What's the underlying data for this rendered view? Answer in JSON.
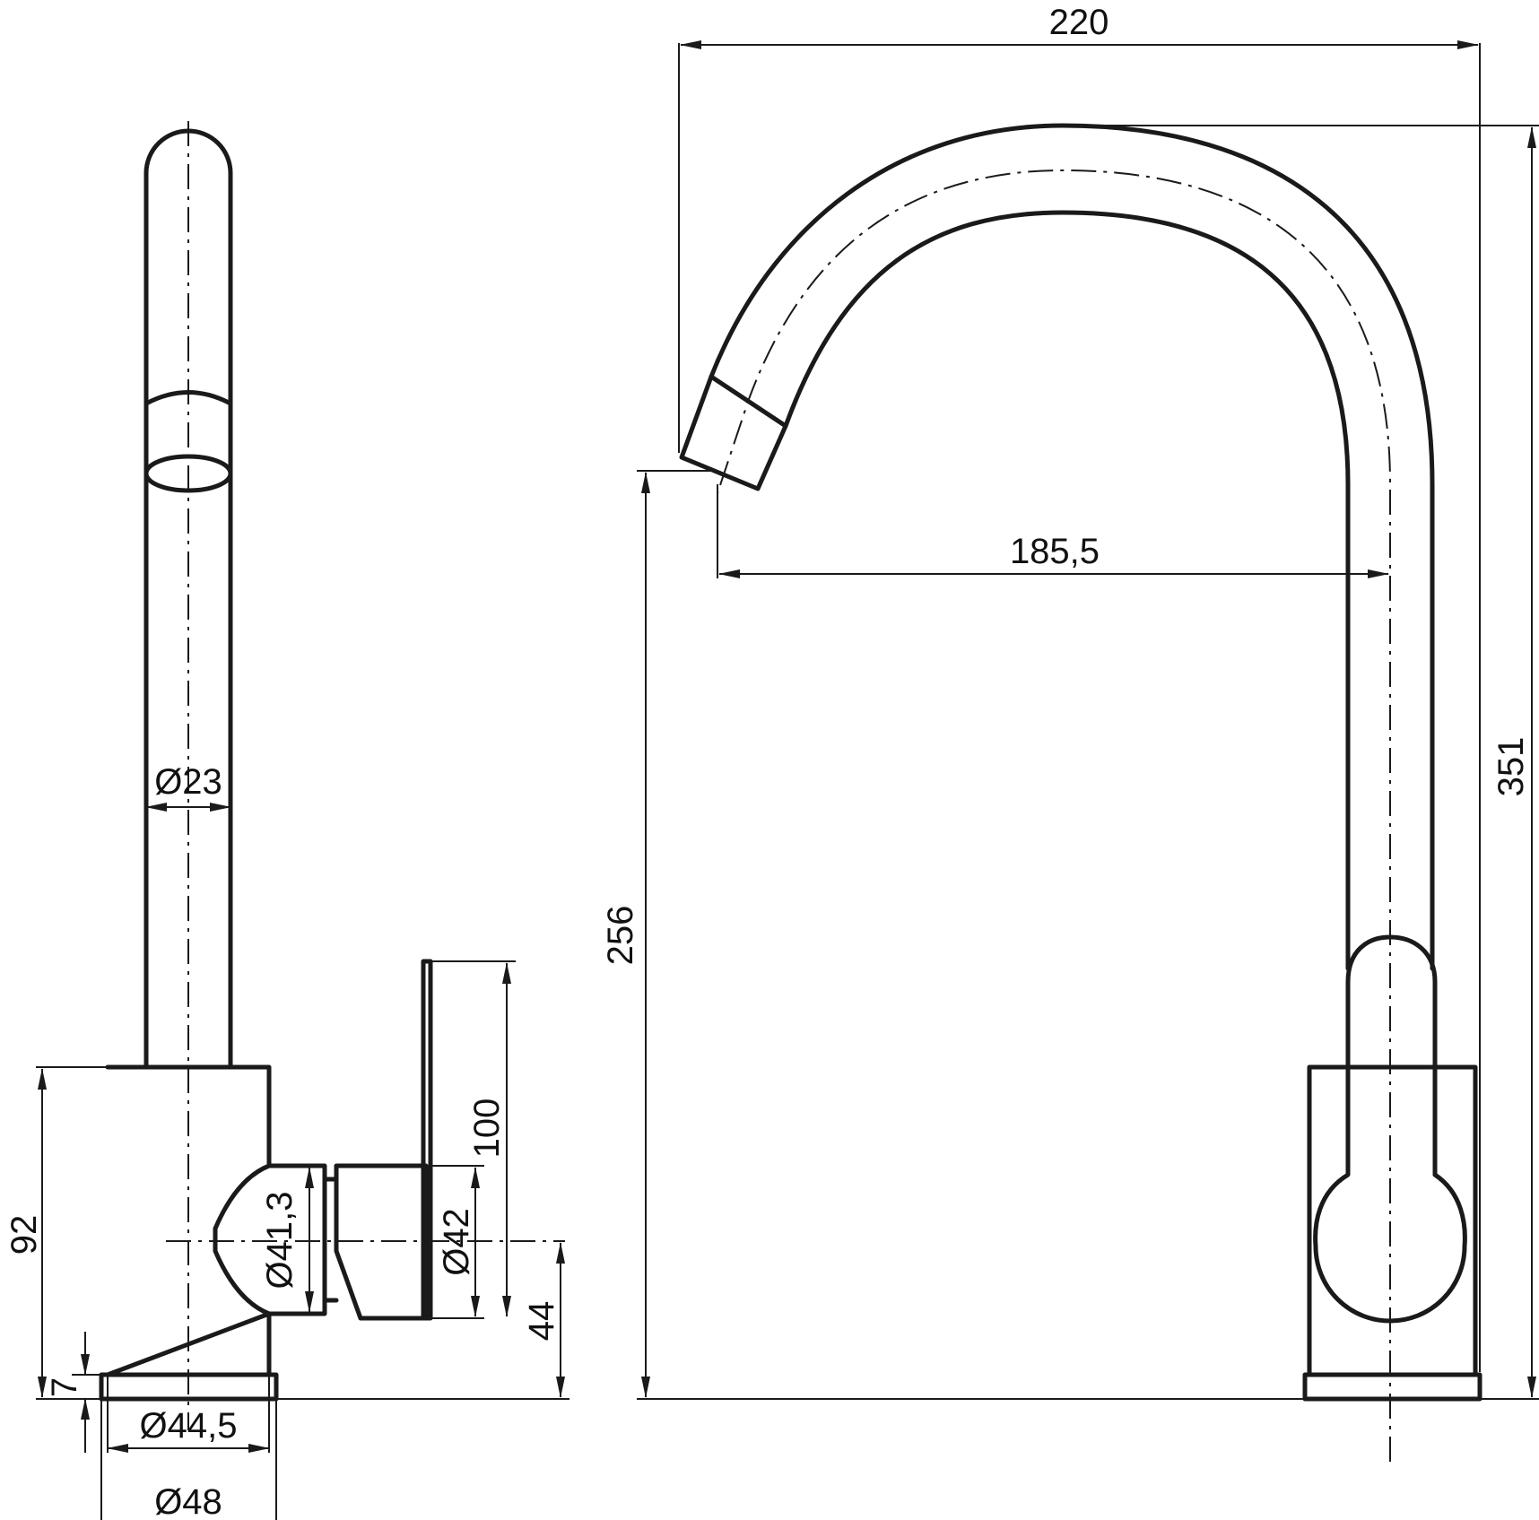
{
  "dimensions": {
    "spout_reach_total": "220",
    "spout_reach_outlet": "185,5",
    "total_height": "351",
    "outlet_height": "256",
    "tube_diameter": "Ø23",
    "body_height": "92",
    "lever_length": "100",
    "cartridge_diameter": "Ø41,3",
    "lever_hub_diameter": "Ø42",
    "lever_axis_height": "44",
    "base_ring_height": "7",
    "body_diameter": "Ø44,5",
    "base_diameter": "Ø48"
  },
  "colors": {
    "line": "#1a1a1a",
    "background": "#ffffff"
  }
}
